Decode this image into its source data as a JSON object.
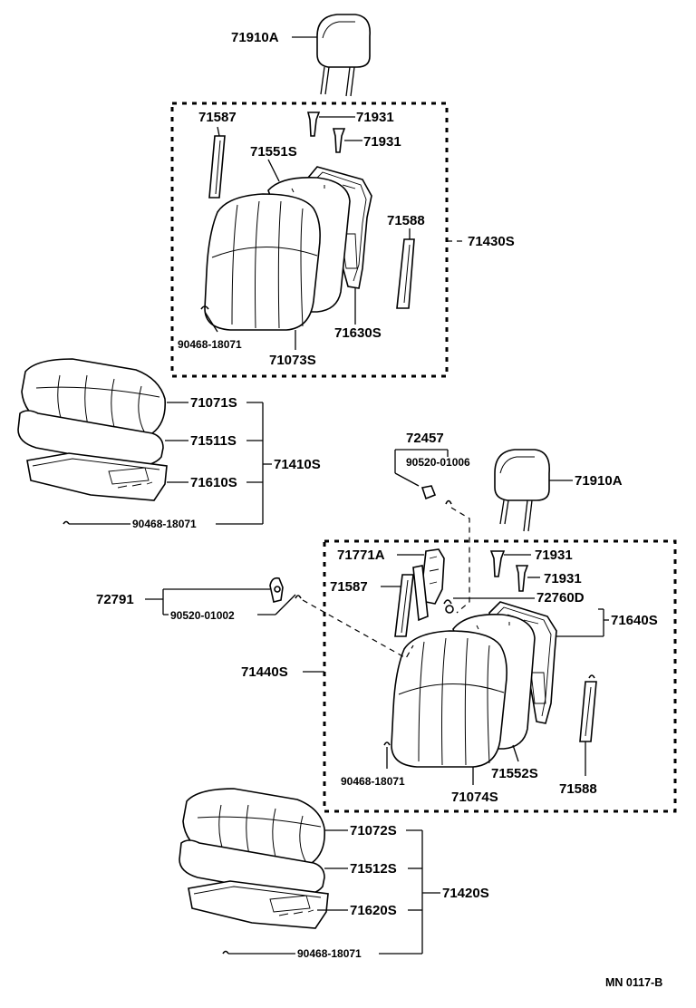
{
  "diagram": {
    "code": "MN 0117-B",
    "upper_seat": {
      "headrest": "71910A",
      "back_group": "71430S",
      "guide_left": "71587",
      "guide_right": "71588",
      "clip_1": "71931",
      "clip_2": "71931",
      "back_pad": "71551S",
      "back_cover": "71073S",
      "back_frame": "71630S",
      "hog_ring": "90468-18071"
    },
    "lower_cushion_1": {
      "cover": "71071S",
      "pad": "71511S",
      "frame": "71610S",
      "group": "71410S",
      "hog_ring": "90468-18071"
    },
    "lower_seat": {
      "bracket": "72457",
      "bracket_bolt": "90520-01006",
      "headrest": "71910A",
      "hinge_cover": "71771A",
      "clip_1": "71931",
      "clip_2": "71931",
      "guide_left": "71587",
      "hinge_spring": "72760D",
      "back_group": "71640S",
      "lever": "72791",
      "lever_bolt": "90520-01002",
      "assy": "71440S",
      "hog_ring": "90468-18071",
      "back_pad": "71552S",
      "guide_right": "71588",
      "back_cover": "71074S"
    },
    "lower_cushion_2": {
      "cover": "71072S",
      "pad": "71512S",
      "frame": "71620S",
      "group": "71420S",
      "hog_ring": "90468-18071"
    }
  }
}
